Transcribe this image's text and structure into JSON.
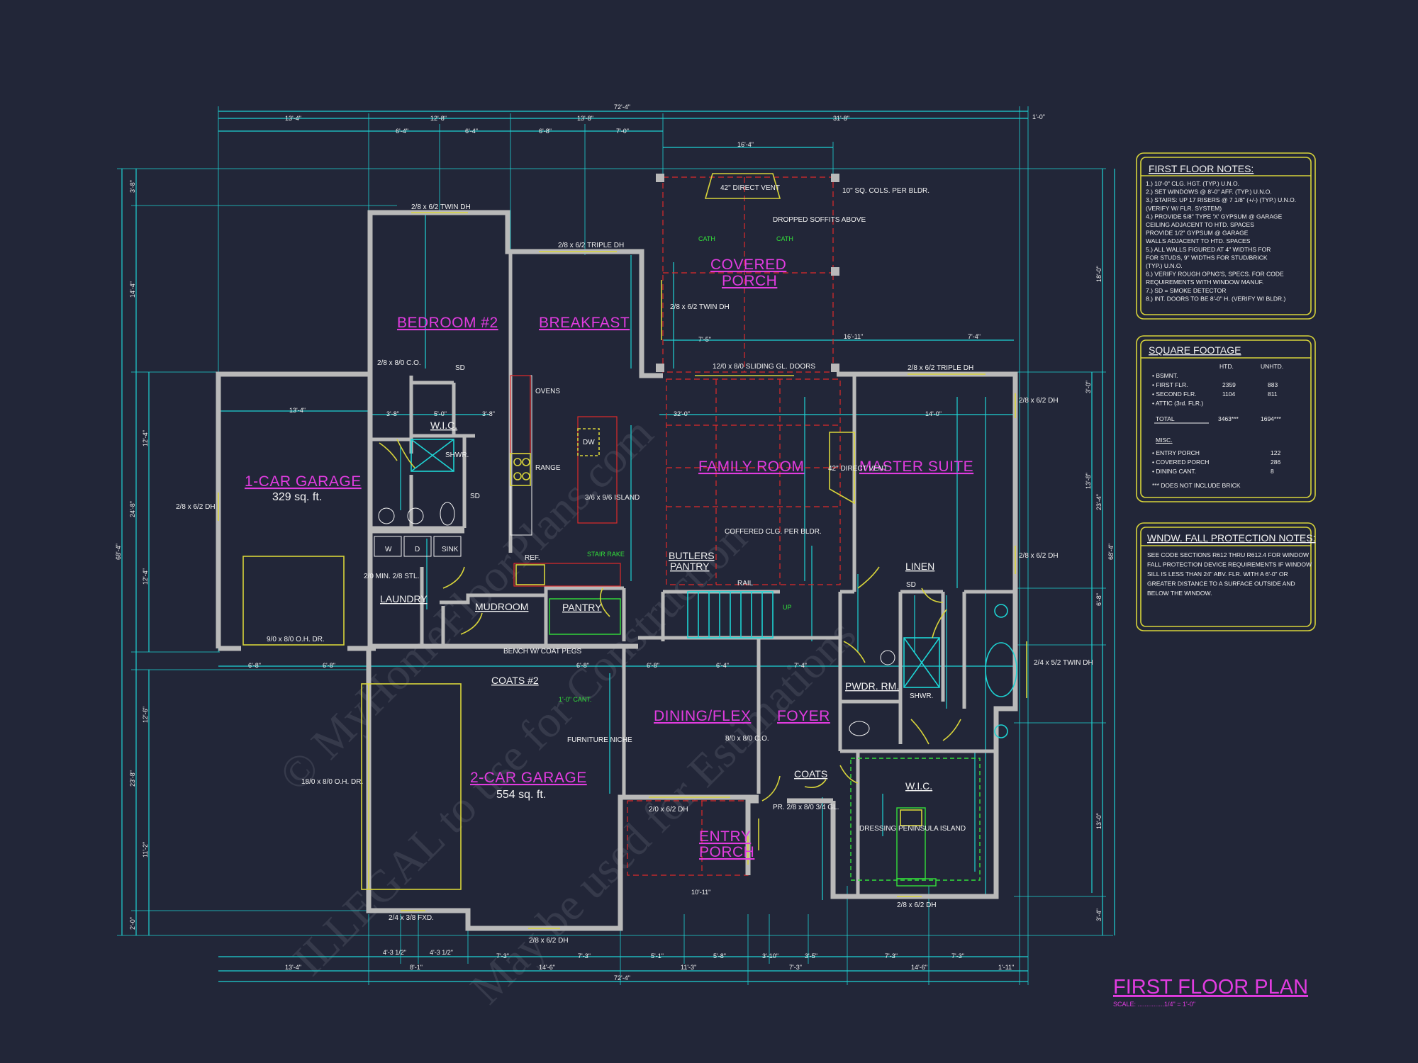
{
  "title": "FIRST FLOOR PLAN",
  "scale": "SCALE: ...............1/4\" = 1'-0\"",
  "watermark": {
    "line1": "© MyHomeFloorPlans.com",
    "line2": "ILLEGAL to use for Construction",
    "line3": "May be used for Estimations"
  },
  "rooms": {
    "garage1": "1-CAR GARAGE",
    "garage1_area": "329 sq. ft.",
    "bedroom2": "BEDROOM #2",
    "breakfast": "BREAKFAST",
    "covered_porch_1": "COVERED",
    "covered_porch_2": "PORCH",
    "family_room": "FAMILY ROOM",
    "master_suite": "MASTER SUITE",
    "garage2": "2-CAR GARAGE",
    "garage2_area": "554 sq. ft.",
    "dining": "DINING/FLEX",
    "foyer": "FOYER",
    "entry_porch_1": "ENTRY",
    "entry_porch_2": "PORCH"
  },
  "minor_rooms": {
    "wic1": "W.I.C.",
    "laundry": "LAUNDRY",
    "mudroom": "MUDROOM",
    "pantry": "PANTRY",
    "butlers_1": "BUTLERS",
    "butlers_2": "PANTRY",
    "linen": "LINEN",
    "pwdr": "PWDR. RM.",
    "wic2": "W.I.C.",
    "coats": "COATS",
    "coats2": "COATS #2"
  },
  "labels": {
    "twin_dh_top": "2/8 x 6/2 TWIN DH",
    "triple_dh_1": "2/8 x 6/2 TRIPLE DH",
    "triple_dh_2": "2/8 x 6/2 TRIPLE DH",
    "twin_dh_porch": "2/8 x 6/2 TWIN DH",
    "sliding": "12/0 x 8/0 SLIDING GL. DOORS",
    "direct_vent_1": "42\" DIRECT VENT",
    "direct_vent_2": "42\" DIRECT VENT",
    "sq_cols": "10\" SQ. COLS. PER BLDR.",
    "dropped_soffit": "DROPPED SOFFITS ABOVE",
    "cath1": "CATH",
    "cath2": "CATH",
    "ovens": "OVENS",
    "range": "RANGE",
    "island": "3/6 x 9/6 ISLAND",
    "dw": "DW",
    "ref": "REF.",
    "co_28": "2/8 x 8/0 C.O.",
    "coffered": "COFFERED CLG. PER BLDR.",
    "rail": "RAIL",
    "up": "UP",
    "stair_rake": "STAIR RAKE",
    "oh_door_1": "9/0 x 8/0 O.H. DR.",
    "oh_door_2": "18/0 x 8/0 O.H. DR.",
    "dh_garage": "2/8 x 6/2 DH",
    "dh_right_1": "2/8 x 6/2 DH",
    "dh_right_2": "2/8 x 6/2 DH",
    "twin_dh_right": "2/4 x 5/2 TWIN DH",
    "fxd": "2/4 x 3/8 FXD.",
    "dh_bottom": "2/8 x 6/2 DH",
    "dh_wic": "2/8 x 6/2 DH",
    "entry_dh": "2/0 x 6/2 DH",
    "pr_door": "PR. 2/8 x 8/0 3/4 GL.",
    "dressing": "DRESSING PENINSULA ISLAND",
    "bench": "BENCH W/ COAT PEGS",
    "furniture": "FURNITURE NICHE",
    "cant": "1'-0\" CANT.",
    "shwr": "SHWR.",
    "sink": "SINK",
    "w": "W",
    "d": "D",
    "sd": "SD",
    "min_stl": "2/0 MIN. 2/8 STL.",
    "co_dining": "8/0 x 8/0 C.O."
  },
  "dims": {
    "overall": "72'-4\"",
    "top_a": "13'-4\"",
    "top_b": "12'-8\"",
    "top_c": "13'-8\"",
    "top_d": "31'-8\"",
    "top_e": "1'-0\"",
    "top2_a": "6'-4\"",
    "top2_b": "6'-4\"",
    "top2_c": "6'-8\"",
    "top2_d": "7'-0\"",
    "top2_e": "16'-4\"",
    "left_a": "3'-8\"",
    "left_b": "14'-4\"",
    "left_c": "12'-4\"",
    "left_d": "24'-8\"",
    "left_e": "12'-4\"",
    "left_f": "12'-6\"",
    "left_g": "23'-8\"",
    "left_h": "11'-2\"",
    "left_i": "2'-0\"",
    "left_total": "68'-4\"",
    "right_a": "18'-0\"",
    "right_b": "3'-0\"",
    "right_c": "13'-8\"",
    "right_d": "23'-4\"",
    "right_e": "6'-8\"",
    "right_f": "13'-0\"",
    "right_g": "3'-4\"",
    "right_total": "68'-4\"",
    "bot_a": "4'-3 1/2\"",
    "bot_b": "4'-3 1/2\"",
    "bot_c": "7'-3\"",
    "bot_d": "7'-3\"",
    "bot_e": "5'-1\"",
    "bot_f": "5'-8\"",
    "bot_g": "3'-10\"",
    "bot_h": "3'-5\"",
    "bot_i": "7'-3\"",
    "bot_j": "7'-3\"",
    "bot2_a": "13'-4\"",
    "bot2_b": "8'-1\"",
    "bot2_c": "14'-6\"",
    "bot2_d": "11'-3\"",
    "bot2_e": "7'-3\"",
    "bot2_f": "14'-6\"",
    "bot2_g": "1'-11\"",
    "int_a": "13'-4\"",
    "int_b": "3'-8\"",
    "int_c": "5'-0\"",
    "int_d": "3'-8\"",
    "int_e": "32'-0\"",
    "int_f": "14'-0\"",
    "int_g": "7'-5\"",
    "int_h": "16'-11\"",
    "int_i": "7'-4\"",
    "int_j": "6'-8\"",
    "int_k": "6'-8\"",
    "int_l": "6'-8\"",
    "int_m": "6'-8\"",
    "int_n": "6'-4\"",
    "int_o": "7'-4\"",
    "int_p": "10'-11\""
  },
  "notes_first_floor": {
    "title": "FIRST FLOOR NOTES:",
    "lines": [
      "1.) 10'-0\" CLG. HGT. (TYP.) U.N.O.",
      "2.) SET WINDOWS @ 8'-0\" AFF. (TYP.) U.N.O.",
      "3.) STAIRS: UP 17 RISERS @ 7 1/8\" (+/-) (TYP.) U.N.O.",
      "    (VERIFY W/ FLR. SYSTEM)",
      "4.) PROVIDE 5/8\" TYPE 'X' GYPSUM @ GARAGE",
      "    CEILING ADJACENT TO HTD. SPACES",
      "    PROVIDE 1/2\" GYPSUM @ GARAGE",
      "    WALLS ADJACENT TO HTD. SPACES",
      "5.) ALL WALLS FIGURED AT 4\" WIDTHS FOR",
      "    FOR STUDS, 9\" WIDTHS FOR STUD/BRICK",
      "    (TYP.) U.N.O.",
      "6.) VERIFY ROUGH OPNG'S, SPECS. FOR CODE",
      "    REQUIREMENTS WITH WINDOW MANUF.",
      "7.) SD = SMOKE DETECTOR",
      "8.) INT. DOORS TO BE 8'-0\" H. (VERIFY W/ BLDR.)"
    ]
  },
  "square_footage": {
    "title": "SQUARE FOOTAGE",
    "col_htd": "HTD.",
    "col_unhtd": "UNHTD.",
    "rows": [
      {
        "name": "• BSMNT.",
        "htd": "",
        "unhtd": ""
      },
      {
        "name": "• FIRST FLR.",
        "htd": "2359",
        "unhtd": "883"
      },
      {
        "name": "• SECOND FLR.",
        "htd": "1104",
        "unhtd": "811"
      },
      {
        "name": "• ATTIC (3rd. FLR.)",
        "htd": "",
        "unhtd": ""
      }
    ],
    "total_label": "TOTAL",
    "total_htd": "3463***",
    "total_unhtd": "1694***",
    "misc_label": "MISC.",
    "misc": [
      {
        "name": "• ENTRY PORCH",
        "val": "122"
      },
      {
        "name": "• COVERED PORCH",
        "val": "286"
      },
      {
        "name": "• DINING CANT.",
        "val": "8"
      }
    ],
    "footnote": "*** DOES NOT INCLUDE BRICK"
  },
  "window_notes": {
    "title": "WNDW. FALL PROTECTION NOTES:",
    "lines": [
      "SEE CODE SECTIONS R612 THRU R612.4 FOR WINDOW",
      "FALL PROTECTION DEVICE REQUIREMENTS IF WINDOW",
      "SILL IS LESS THAN 24\" ABV. FLR. WITH A 6'-0\" OR",
      "GREATER DISTANCE TO A SURFACE OUTSIDE AND",
      "BELOW THE WINDOW."
    ]
  },
  "colors": {
    "background": "#222638",
    "room_label": "#e13ce0",
    "dimension": "#1ed4d4",
    "wall": "#b9b9b9",
    "notes_border": "#d8d43a",
    "dashed_red": "#e02a2a",
    "green": "#33e03a"
  }
}
